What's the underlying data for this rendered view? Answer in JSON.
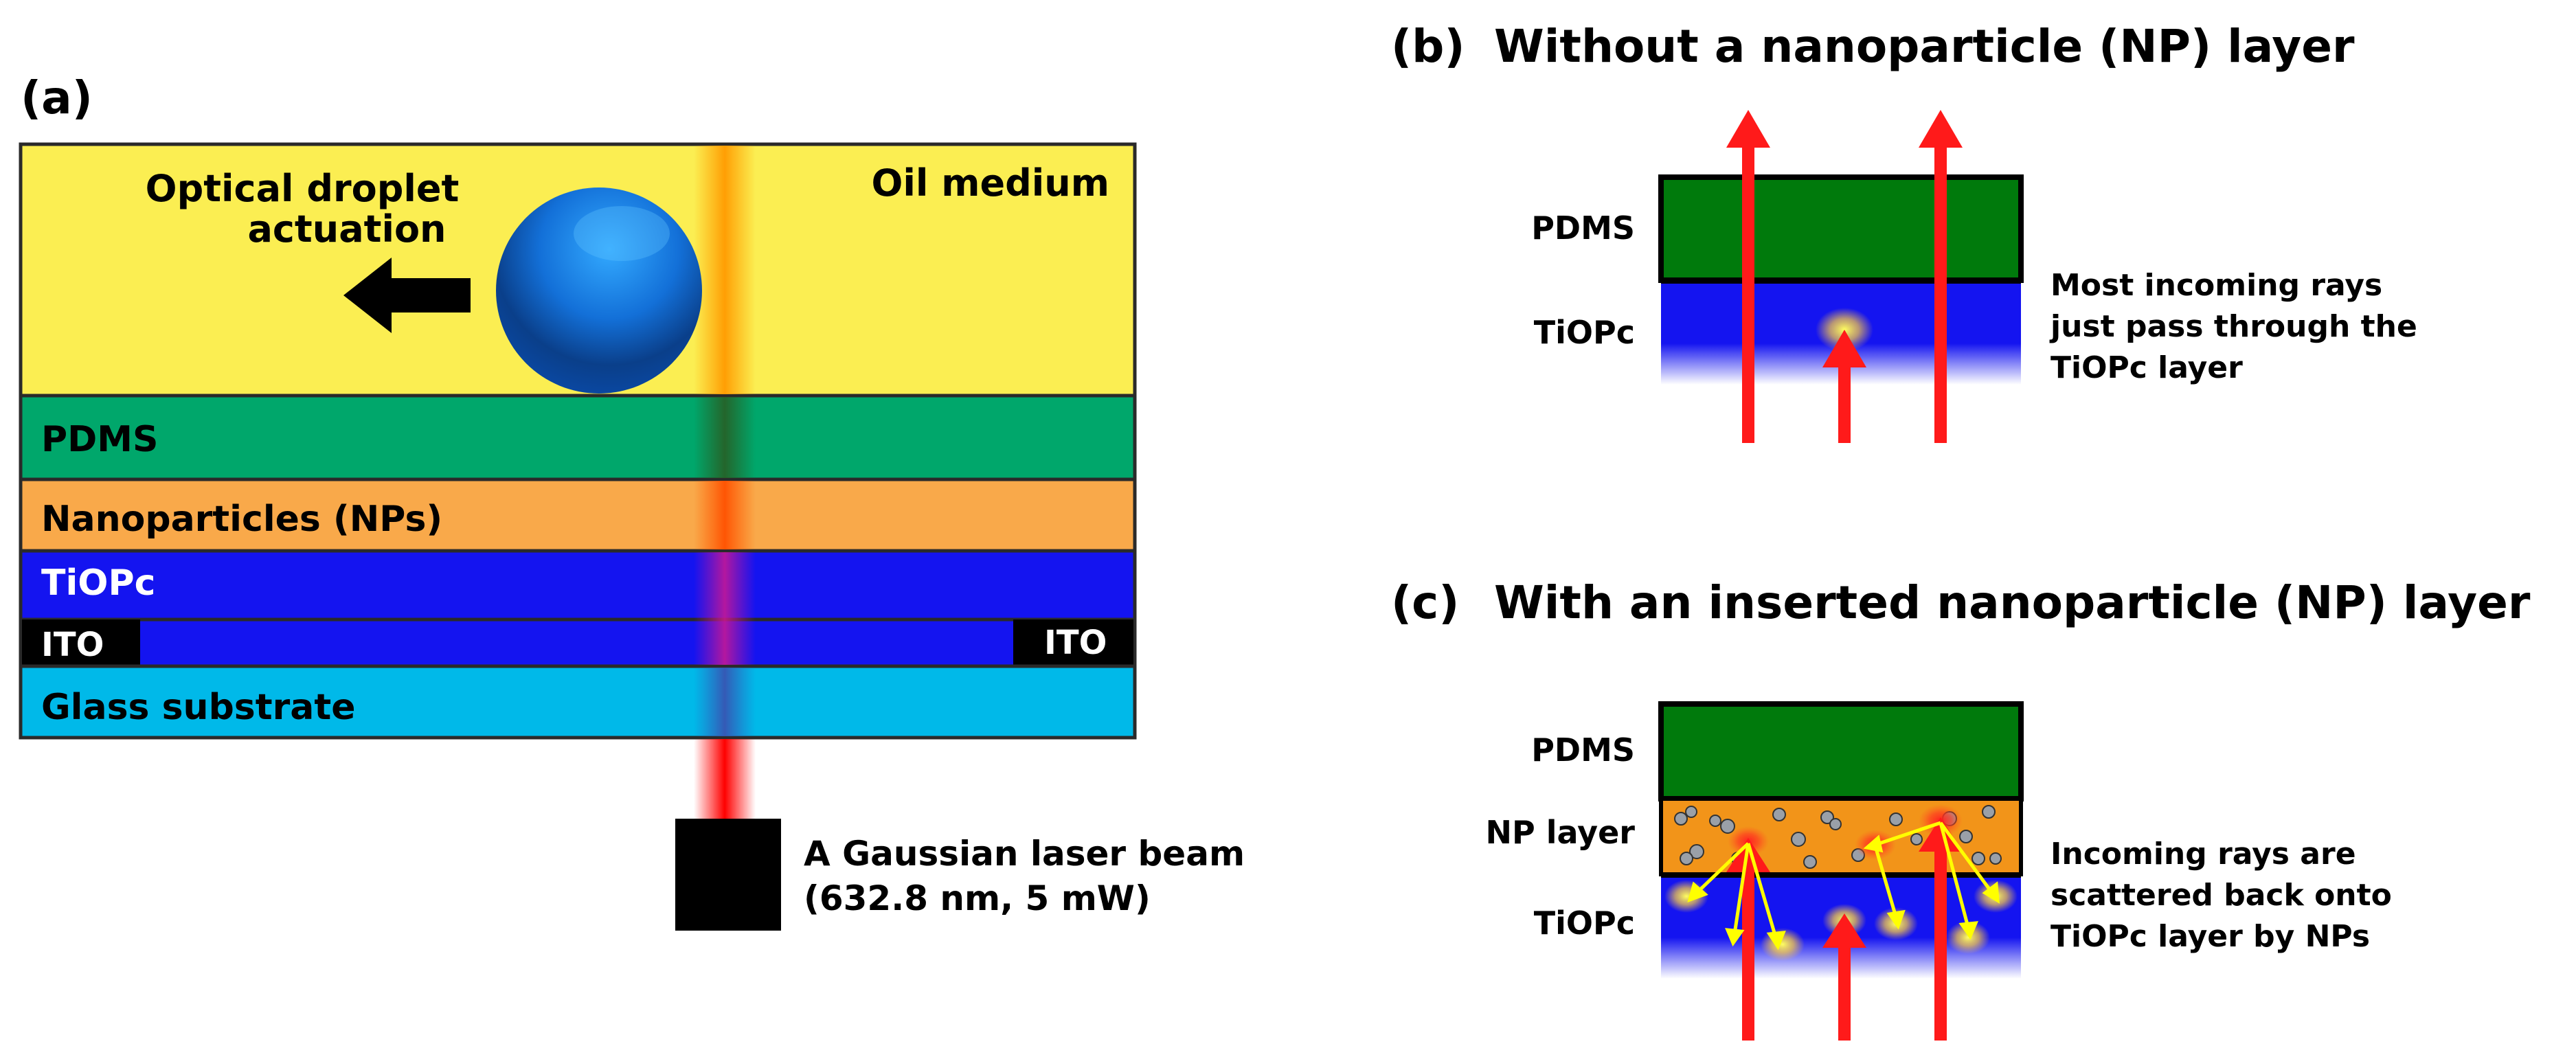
{
  "panel_a": {
    "label": "(a)",
    "oil_medium": "Oil medium",
    "actuation_line1": "Optical droplet",
    "actuation_line2": "actuation",
    "layers": {
      "pdms": "PDMS",
      "nanoparticles": "Nanoparticles (NPs)",
      "tiopc": "TiOPc",
      "ito_left": "ITO",
      "ito_right": "ITO",
      "glass": "Glass substrate"
    },
    "laser_line1": "A Gaussian laser beam",
    "laser_line2": "(632.8 nm, 5 mW)"
  },
  "panel_b": {
    "label": "(b)",
    "title": "Without a nanoparticle (NP) layer",
    "pdms": "PDMS",
    "tiopc": "TiOPc",
    "note_line1": "Most incoming rays",
    "note_line2": "just pass through the",
    "note_line3": "TiOPc layer"
  },
  "panel_c": {
    "label": "(c)",
    "title": "With an inserted nanoparticle (NP) layer",
    "pdms": "PDMS",
    "np_layer": "NP layer",
    "tiopc": "TiOPc",
    "note_line1": "Incoming rays are",
    "note_line2": "scattered back onto",
    "note_line3": "TiOPc layer by NPs"
  },
  "colors": {
    "oil": "#fbee52",
    "pdms_a": "#00a76b",
    "nanoparticles": "#f9a94a",
    "tiopc": "#1414f0",
    "ito": "#000000",
    "glass": "#00b9e9",
    "pdms_bc": "#007a0c",
    "np_layer": "#f29419",
    "ray": "#ff1a1a",
    "scatter": "#ffff00",
    "beam_core": "#f5a300"
  }
}
